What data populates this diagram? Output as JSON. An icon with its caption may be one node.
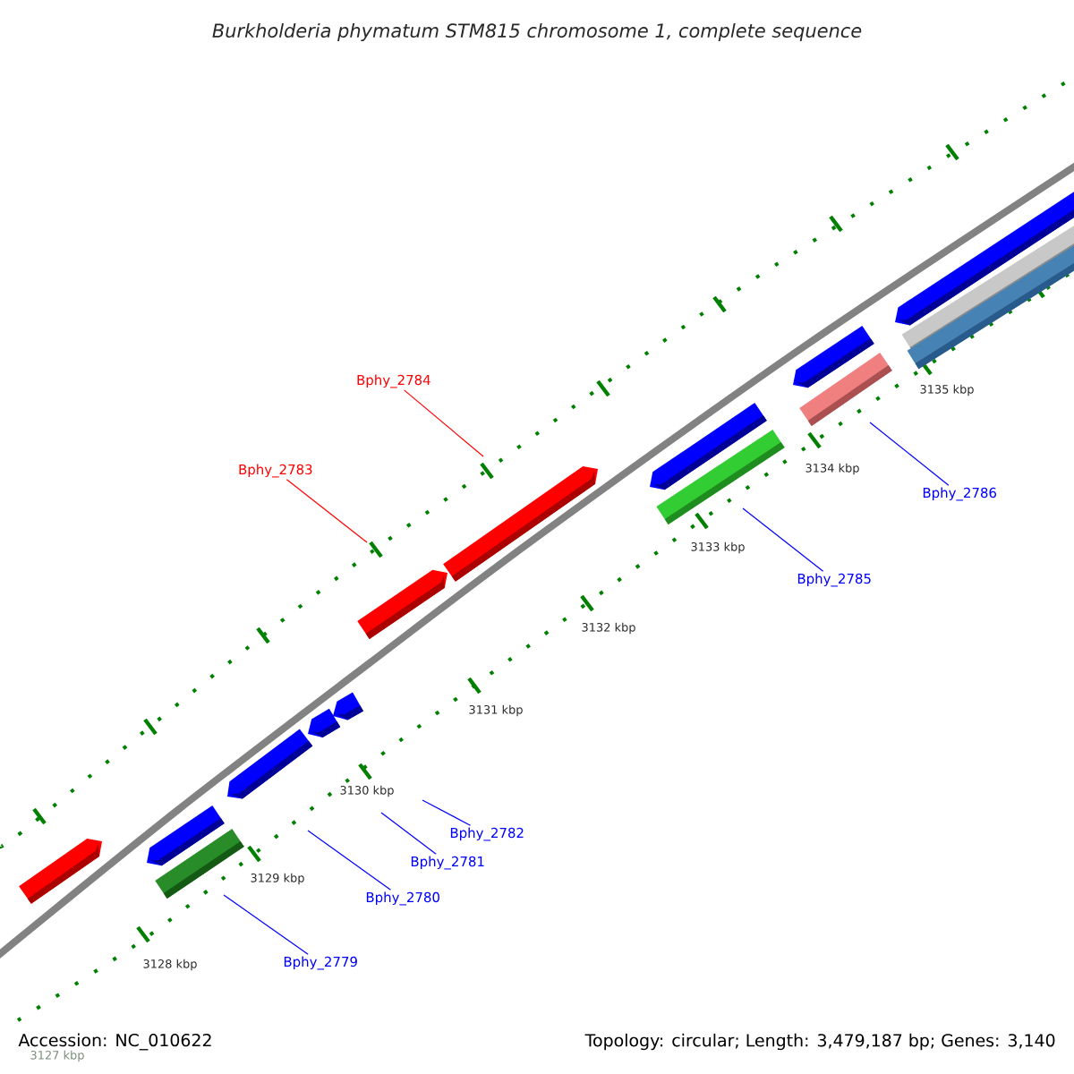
{
  "diagram": {
    "title": "Burkholderia phymatum STM815 chromosome 1, complete sequence",
    "nodes": [
      {
        "text": [
          "Bphy_2779"
        ]
      },
      {
        "text": [
          "Bphy_2780"
        ]
      },
      {
        "text": [
          "Bphy_2781"
        ]
      },
      {
        "text": [
          "Bphy_2782"
        ]
      },
      {
        "text": [
          "Bphy_2783"
        ]
      },
      {
        "text": [
          "Bphy_2784"
        ]
      },
      {
        "text": [
          "Bphy_2785"
        ]
      },
      {
        "text": [
          "Bphy_2786"
        ]
      }
    ],
    "edges": [
      {
        "from": 0,
        "to": null,
        "arrow": "none"
      },
      {
        "from": 1,
        "to": null,
        "arrow": "none"
      },
      {
        "from": 2,
        "to": null,
        "arrow": "none"
      },
      {
        "from": 3,
        "to": null,
        "arrow": "none"
      },
      {
        "from": 4,
        "to": null,
        "arrow": "none",
        "color": "#ff0000"
      },
      {
        "from": 5,
        "to": null,
        "arrow": "none",
        "color": "#ff0000"
      },
      {
        "from": 6,
        "to": null,
        "arrow": "none"
      },
      {
        "from": 7,
        "to": null,
        "arrow": "none"
      }
    ],
    "labels": [
      "3135 kbp",
      "3134 kbp",
      "3133 kbp",
      "3132 kbp",
      "3131 kbp",
      "3130 kbp",
      "3129 kbp",
      "3128 kbp",
      "3127 kbp",
      "Accession: NC_010622",
      "Topology: circular; Length: 3,479,187 bp; Genes: 3,140"
    ]
  }
}
